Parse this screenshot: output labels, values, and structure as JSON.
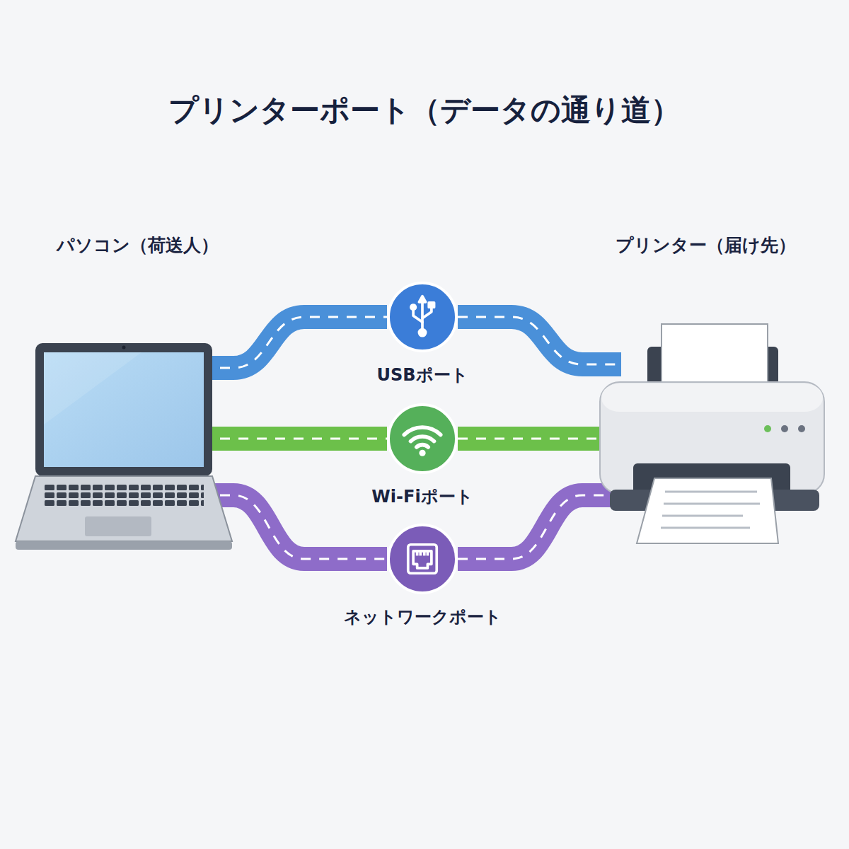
{
  "diagram": {
    "title": "プリンターポート（データの通り道）",
    "nodes": [
      {
        "text": [
          "パソコン（荷送人）"
        ]
      },
      {
        "text": [
          "プリンター（届け先）"
        ]
      },
      {
        "text": [
          "USBポート"
        ]
      },
      {
        "text": [
          "Wi-Fiポート"
        ]
      },
      {
        "text": [
          "ネットワークポート"
        ]
      }
    ],
    "edges": [
      {
        "from": 0,
        "to": 2,
        "arrow": "none"
      },
      {
        "from": 2,
        "to": 1,
        "arrow": "none"
      },
      {
        "from": 0,
        "to": 3,
        "arrow": "none"
      },
      {
        "from": 3,
        "to": 1,
        "arrow": "none"
      },
      {
        "from": 0,
        "to": 4,
        "arrow": "none"
      },
      {
        "from": 4,
        "to": 1,
        "arrow": "none"
      }
    ]
  }
}
